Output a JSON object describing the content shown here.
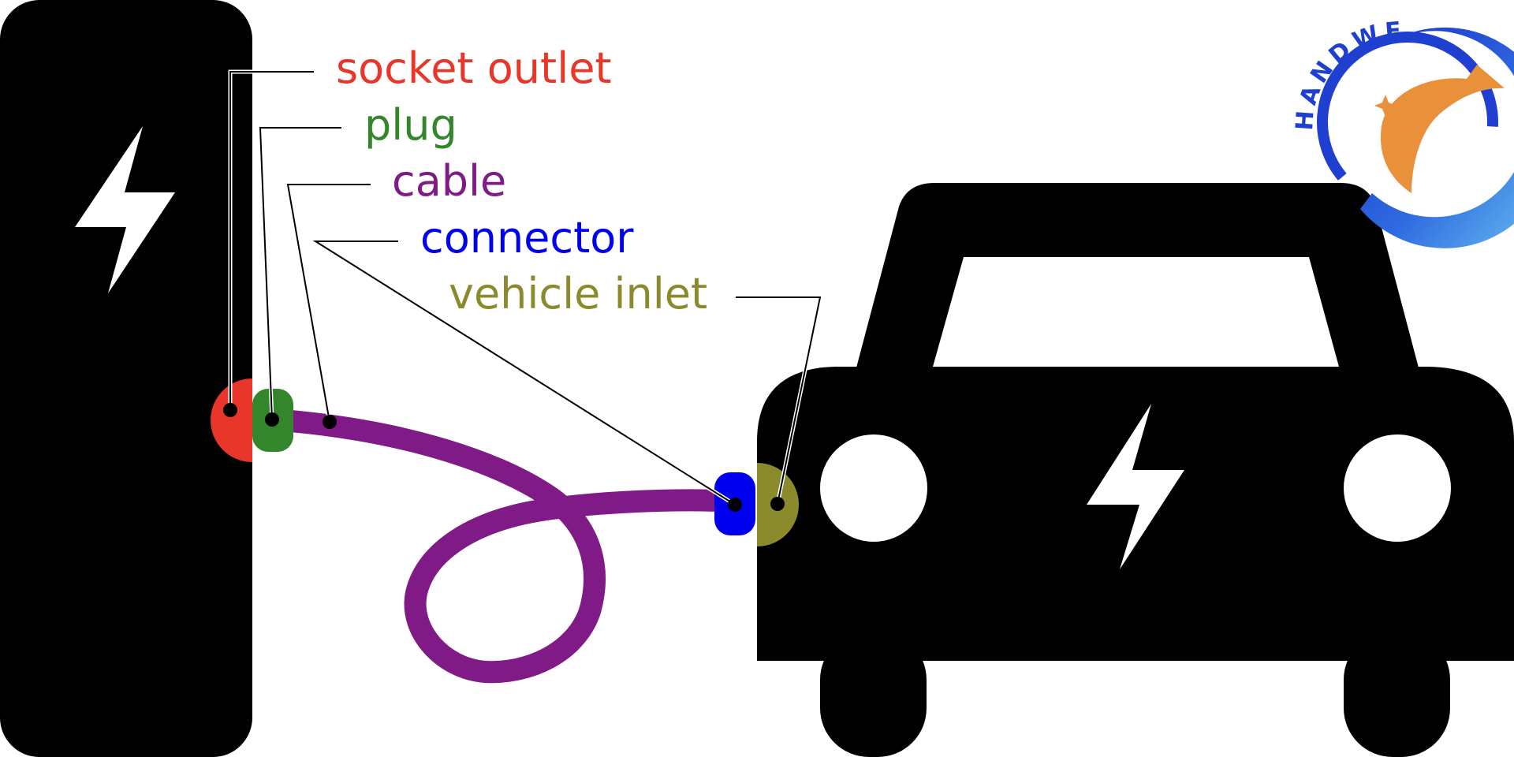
{
  "labels": {
    "socket_outlet": "socket outlet",
    "plug": "plug",
    "cable": "cable",
    "connector": "connector",
    "vehicle_inlet": "vehicle inlet"
  },
  "logo": {
    "letters": [
      "H",
      "A",
      "N",
      "D",
      "W",
      "E"
    ]
  },
  "colors": {
    "socket_outlet": "#e8372a",
    "plug": "#33862b",
    "cable": "#7f1a86",
    "connector": "#0000ee",
    "vehicle_inlet": "#8b8b2e",
    "logo_blue": "#1e3fd0",
    "logo_light_blue": "#4aa8ee",
    "logo_orange": "#e8903a"
  },
  "icons": [
    "charging-station-icon",
    "lightning-bolt-icon",
    "car-icon",
    "handwe-logo"
  ]
}
